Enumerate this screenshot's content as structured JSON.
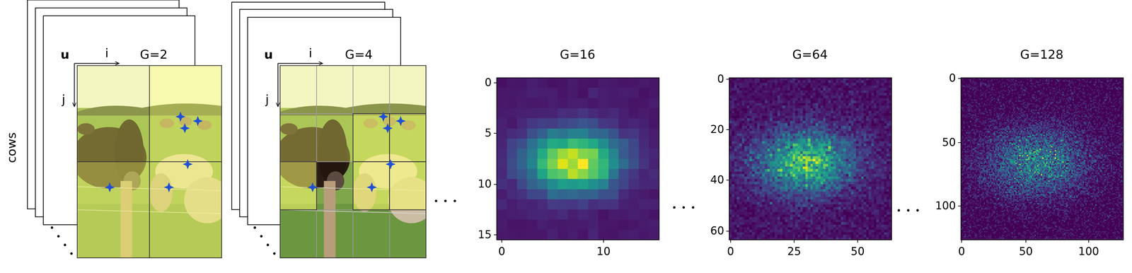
{
  "diagram": {
    "labels": [
      "cows",
      "u",
      "i",
      "G=2",
      "j",
      "u",
      "i",
      "G=4",
      "j",
      "G=16",
      "0",
      "5",
      "10",
      "15",
      "0",
      "10",
      "G=64",
      "0",
      "20",
      "40",
      "60",
      "0",
      "25",
      "50",
      "G=128",
      "0",
      "50",
      "100",
      "0",
      "50",
      "100"
    ]
  }
}
